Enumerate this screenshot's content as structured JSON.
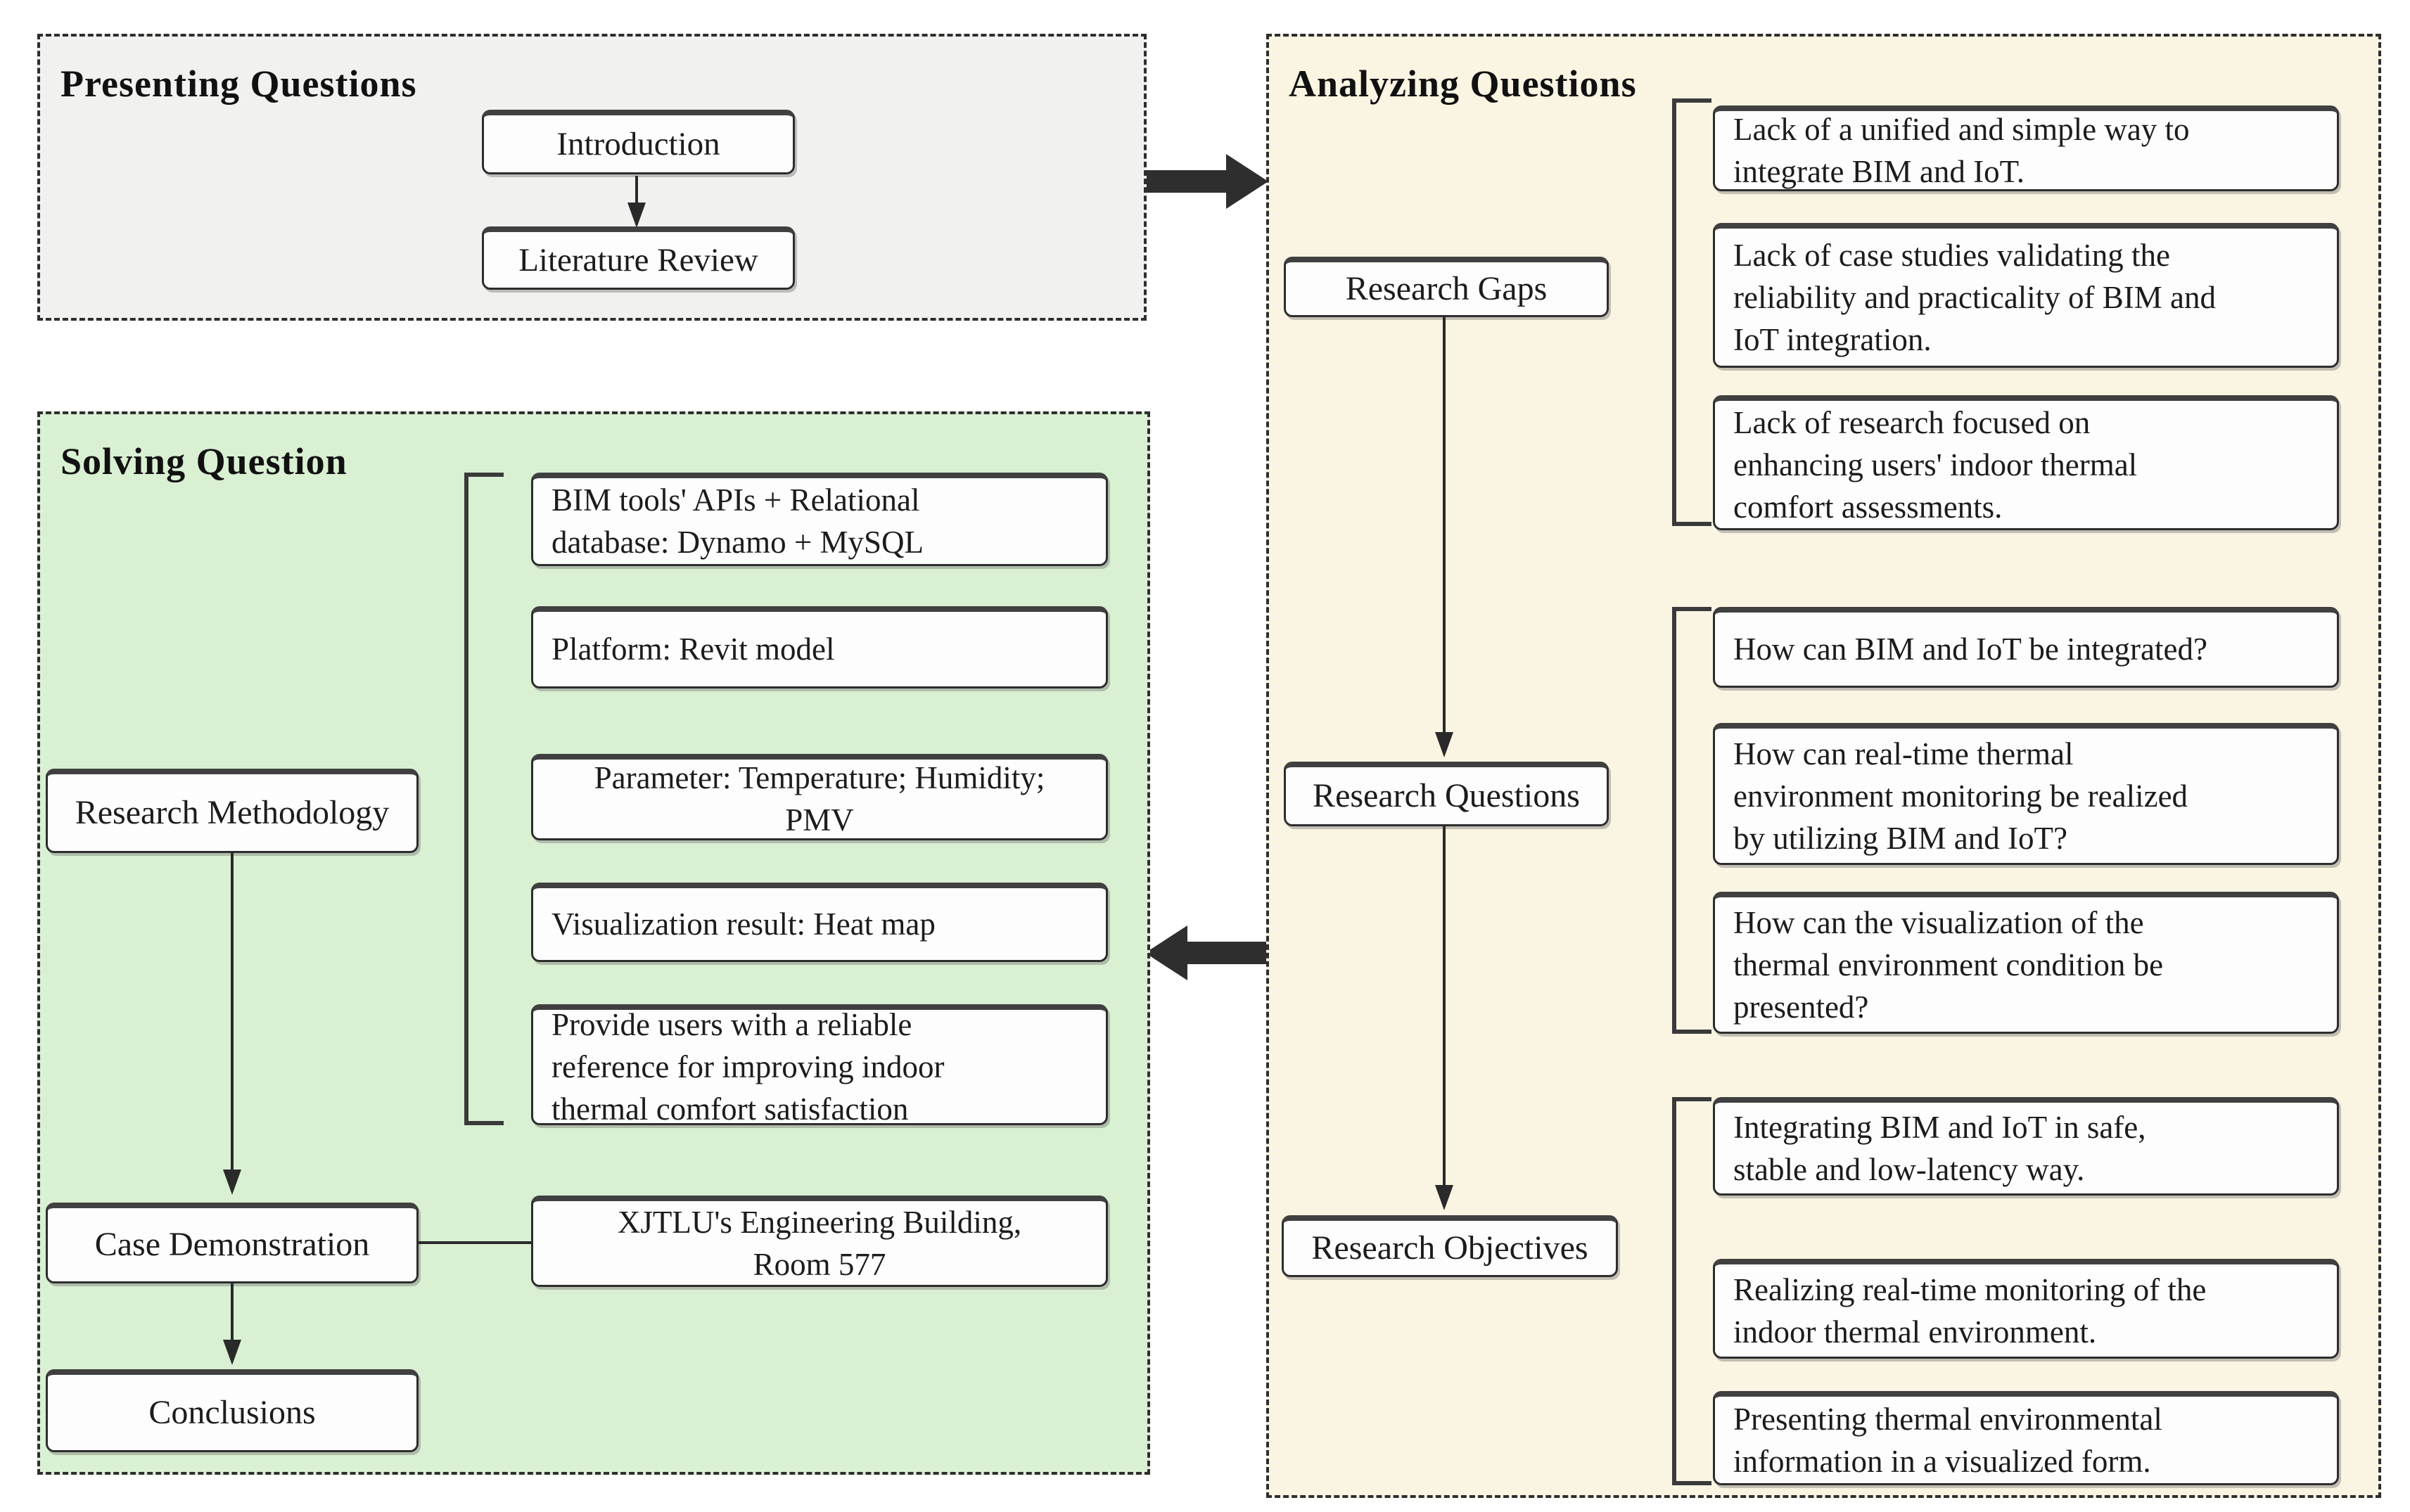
{
  "presenting": {
    "title": "Presenting Questions",
    "introduction": "Introduction",
    "literature_review": "Literature Review"
  },
  "analyzing": {
    "title": "Analyzing Questions",
    "gaps": {
      "label": "Research Gaps",
      "items": [
        "Lack of a unified and simple way to\nintegrate BIM and IoT.",
        "Lack of case studies validating the\nreliability and practicality of BIM and\nIoT integration.",
        "Lack of research focused on\nenhancing users' indoor thermal\ncomfort assessments."
      ]
    },
    "questions": {
      "label": "Research Questions",
      "items": [
        "How can BIM and IoT be integrated?",
        "How can real-time thermal\nenvironment monitoring be realized\nby utilizing BIM and IoT?",
        "How can the visualization of the\nthermal environment condition be\npresented?"
      ]
    },
    "objectives": {
      "label": "Research Objectives",
      "items": [
        "Integrating BIM and IoT in safe,\nstable and low-latency way.",
        "Realizing real-time monitoring of the\nindoor thermal environment.",
        "Presenting thermal environmental\ninformation in a visualized form."
      ]
    }
  },
  "solving": {
    "title": "Solving Question",
    "methodology_label": "Research Methodology",
    "methodology_items": [
      "BIM tools' APIs + Relational\ndatabase: Dynamo + MySQL",
      "Platform: Revit model",
      "Parameter: Temperature; Humidity;\nPMV",
      "Visualization result: Heat map",
      "Provide users with a reliable\nreference for improving indoor\nthermal comfort satisfaction"
    ],
    "case_label": "Case Demonstration",
    "case_detail": "XJTLU's Engineering Building,\nRoom 577",
    "conclusions_label": "Conclusions"
  },
  "colors": {
    "presenting_bg": "#f1f1ef",
    "analyzing_bg": "#faf4e2",
    "solving_bg": "#d9f0d3",
    "line": "#2e2e2e"
  }
}
